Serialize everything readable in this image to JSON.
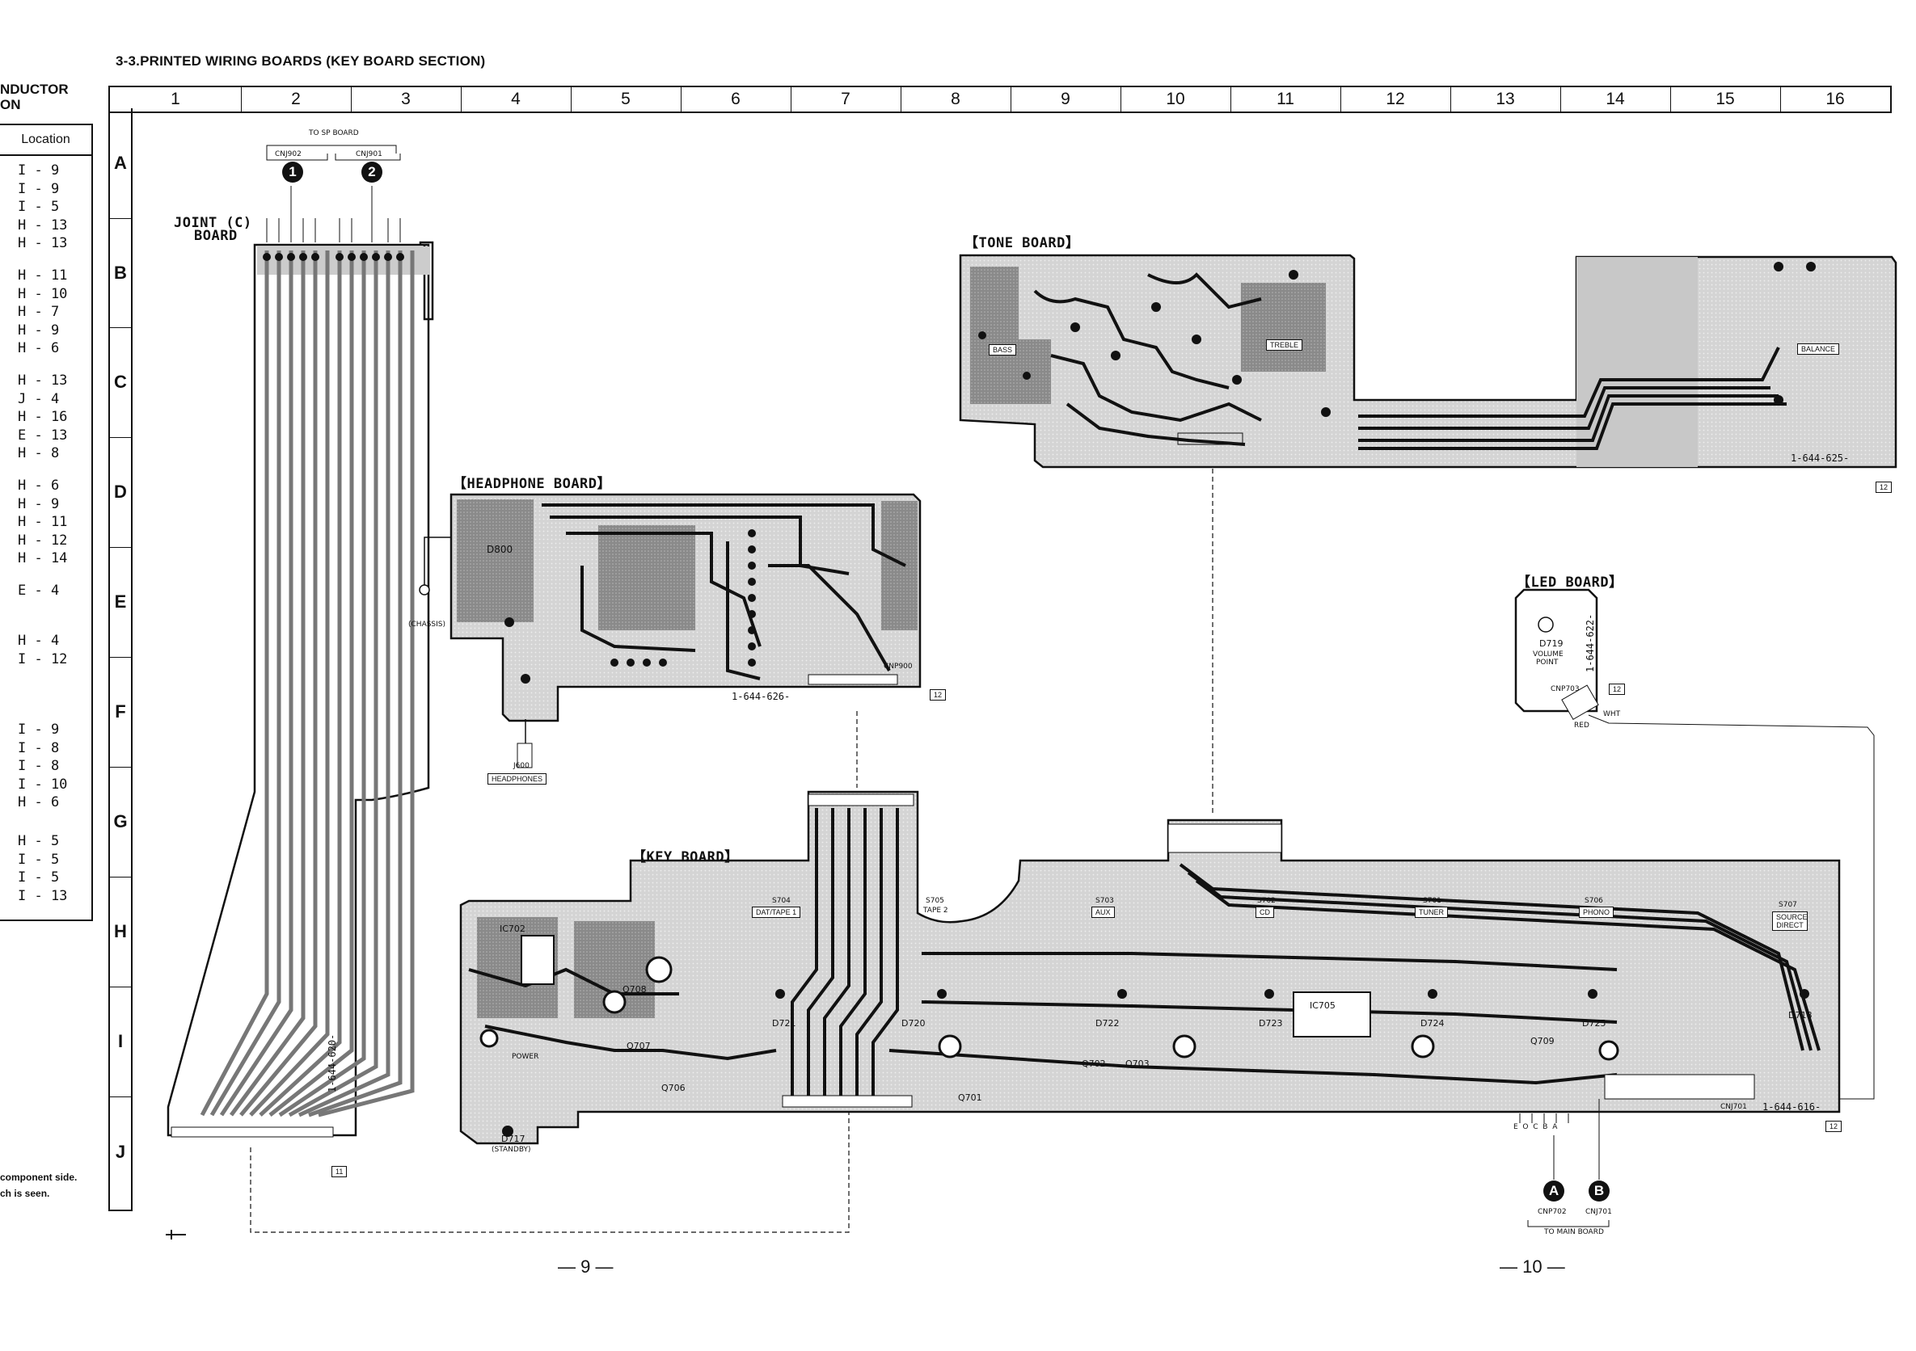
{
  "title": "3-3.PRINTED WIRING BOARDS (KEY BOARD SECTION)",
  "semiconductor_header": [
    "NDUCTOR",
    "ON"
  ],
  "location_table": {
    "header": "Location",
    "entries": [
      "I - 9",
      "I - 9",
      "I - 5",
      "H - 13",
      "H - 13",
      "H - 11",
      "H - 10",
      "H - 7",
      "H - 9",
      "H - 6",
      "H - 13",
      "J - 4",
      "H - 16",
      "E - 13",
      "H - 8",
      "H - 6",
      "H - 9",
      "H - 11",
      "H - 12",
      "H - 14",
      "E - 4",
      "H - 4",
      "I - 12",
      "I - 9",
      "I - 8",
      "I - 8",
      "I - 10",
      "H - 6",
      "H - 5",
      "I - 5",
      "I - 5",
      "I - 13"
    ]
  },
  "footnotes": [
    "component side.",
    "ch is seen."
  ],
  "grid": {
    "columns": [
      "1",
      "2",
      "3",
      "4",
      "5",
      "6",
      "7",
      "8",
      "9",
      "10",
      "11",
      "12",
      "13",
      "14",
      "15",
      "16"
    ],
    "rows": [
      "A",
      "B",
      "C",
      "D",
      "E",
      "F",
      "G",
      "H",
      "I",
      "J"
    ]
  },
  "boards": {
    "joint_c": {
      "title_line1": "JOINT (C)",
      "title_line2": "BOARD",
      "part_no": "1-644-620-",
      "tag": "11"
    },
    "tone": {
      "title": "TONE BOARD",
      "part_no": "1-644-625-",
      "tag": "12",
      "controls": [
        "BASS",
        "TREBLE",
        "BALANCE"
      ]
    },
    "headphone": {
      "title": "HEADPHONE BOARD",
      "part_no": "1-644-626-",
      "tag": "12",
      "connector": "CNP900",
      "jack": "J600",
      "jack_label": "HEADPHONES",
      "chassis": "(CHASSIS)",
      "diode": "D800"
    },
    "led": {
      "title": "LED BOARD",
      "part_no": "1-644-622-",
      "tag": "12",
      "led": "D719",
      "led_label_1": "VOLUME",
      "led_label_2": "POINT",
      "connector": "CNP703",
      "wire_wht": "WHT",
      "wire_red": "RED"
    },
    "key": {
      "title": "KEY BOARD",
      "part_no": "1-644-616-",
      "tag": "12",
      "connector": "CNJ701"
    }
  },
  "to_sp_board": {
    "label": "TO SP BOARD",
    "connectors": [
      "CNJ902",
      "CNJ901"
    ],
    "badges": [
      "1",
      "2"
    ]
  },
  "to_main_board": {
    "label": "TO MAIN BOARD",
    "connectors": [
      "CNP702",
      "CNJ701"
    ],
    "badges": [
      "A",
      "B"
    ],
    "pins": [
      "E",
      "O",
      "C",
      "B",
      "A"
    ]
  },
  "switches": [
    {
      "ref": "S704",
      "label": "DAT/TAPE 1"
    },
    {
      "ref": "S705",
      "label": "TAPE 2"
    },
    {
      "ref": "S703",
      "label": "AUX"
    },
    {
      "ref": "S702",
      "label": "CD"
    },
    {
      "ref": "S701",
      "label": "TUNER"
    },
    {
      "ref": "S706",
      "label": "PHONO"
    },
    {
      "ref": "S707",
      "label": "SOURCE DIRECT"
    }
  ],
  "key_parts": [
    "IC702",
    "D717",
    "STANDBY",
    "POWER",
    "Q706",
    "Q707",
    "Q708",
    "D721",
    "D722",
    "D723",
    "D724",
    "D725",
    "D718",
    "Q709",
    "IC705",
    "Q701",
    "Q702",
    "Q703",
    "D720"
  ],
  "page_numbers": [
    "— 9 —",
    "— 10 —"
  ]
}
